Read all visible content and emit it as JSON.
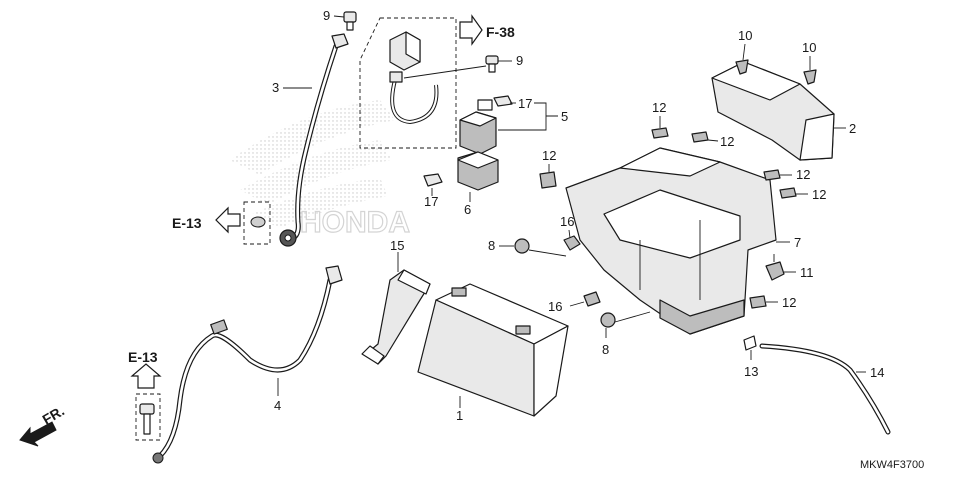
{
  "diagram": {
    "code": "MKW4F3700",
    "refs": {
      "f38": "F-38",
      "e13_left": "E-13",
      "e13_bottom": "E-13",
      "fr": "FR."
    },
    "callouts": {
      "c1": "1",
      "c2": "2",
      "c3": "3",
      "c4": "4",
      "c5": "5",
      "c6": "6",
      "c7": "7",
      "c8a": "8",
      "c8b": "8",
      "c9a": "9",
      "c9b": "9",
      "c10a": "10",
      "c10b": "10",
      "c11": "11",
      "c12a": "12",
      "c12b": "12",
      "c12c": "12",
      "c12d": "12",
      "c12e": "12",
      "c12f": "12",
      "c13": "13",
      "c14": "14",
      "c15": "15",
      "c16a": "16",
      "c16b": "16",
      "c17a": "17",
      "c17b": "17"
    },
    "watermark": "HONDA",
    "colors": {
      "ink": "#1a1a1a",
      "watermark": "#d9d9d9"
    }
  }
}
